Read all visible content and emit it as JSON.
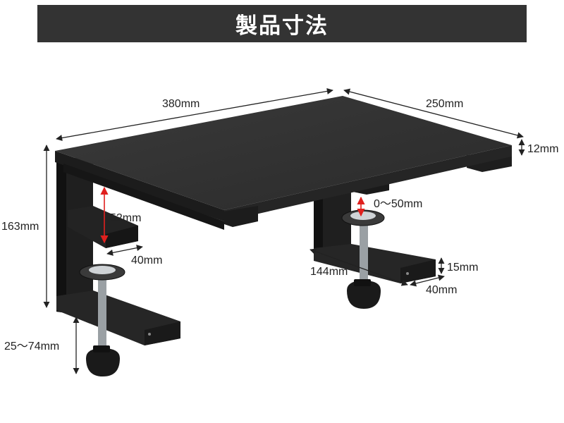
{
  "header": {
    "title": "製品寸法"
  },
  "dimensions": {
    "width": "380mm",
    "depth": "250mm",
    "thickness": "12mm",
    "height": "163mm",
    "left_gap": "52mm",
    "left_bracket_width": "40mm",
    "left_clamp_range": "25～74mm",
    "right_gap": "0～50mm",
    "right_bracket_length": "144mm",
    "right_bracket_height": "15mm",
    "right_bracket_width": "40mm"
  },
  "colors": {
    "header_bg": "#333333",
    "header_text": "#ffffff",
    "product": "#2b2b2b",
    "product_top": "#333333",
    "dimension_line": "#222222",
    "accent": "#e0201e"
  }
}
